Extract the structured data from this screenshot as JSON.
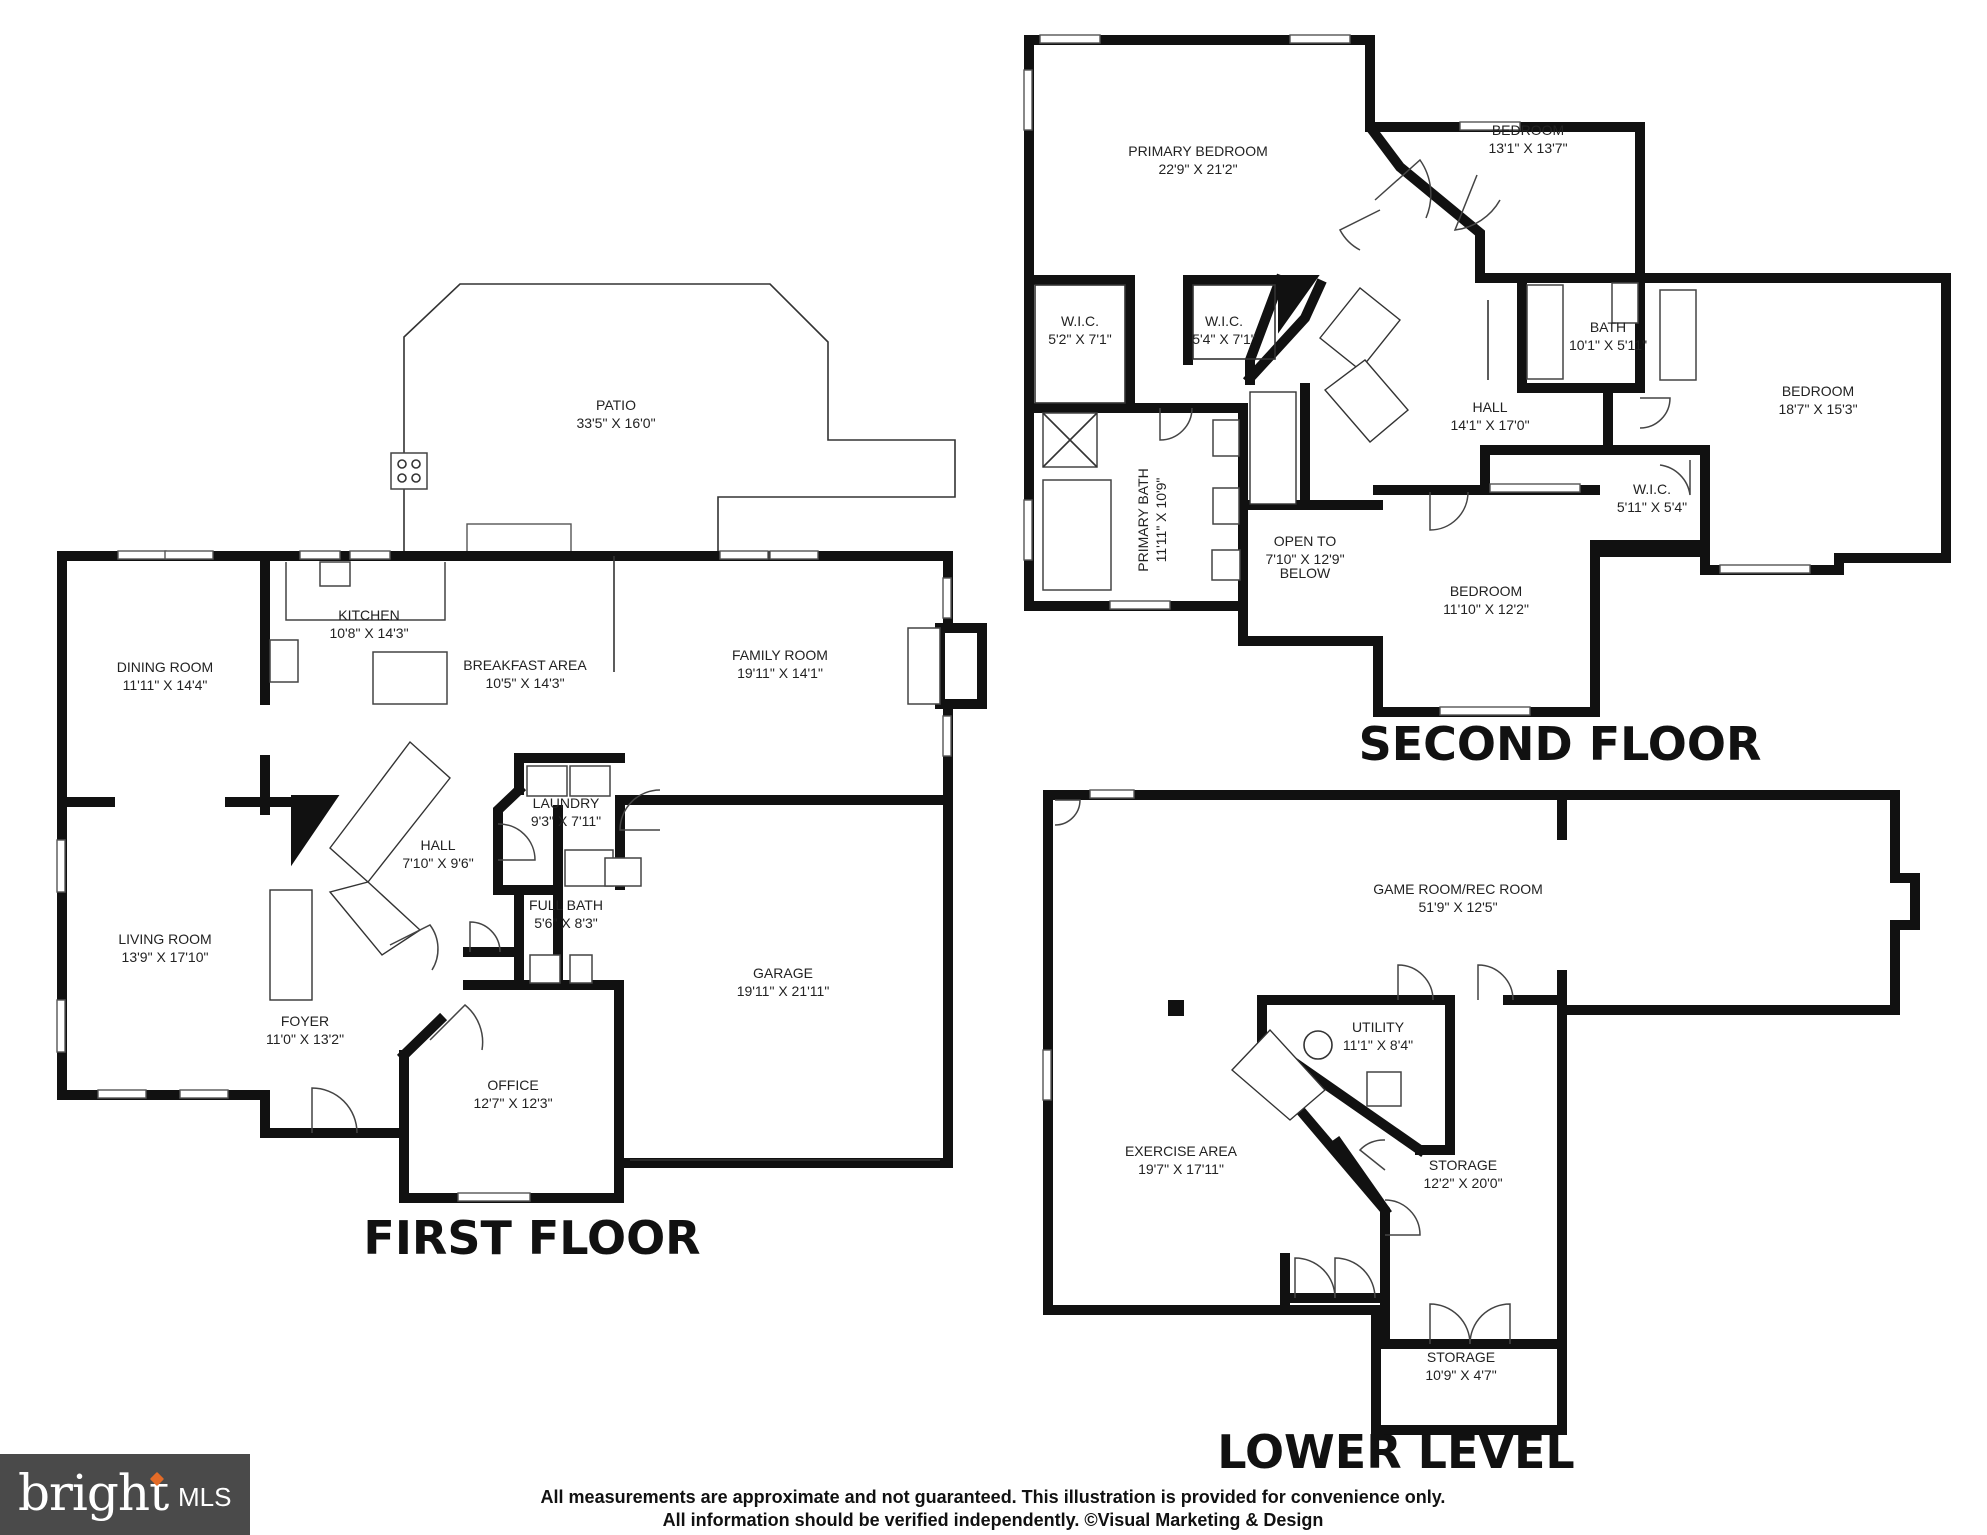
{
  "floors": {
    "first": "FIRST FLOOR",
    "second": "SECOND FLOOR",
    "lower": "LOWER LEVEL"
  },
  "rooms": {
    "patio": {
      "name": "PATIO",
      "dim": "33'5\" X 16'0\""
    },
    "kitchen": {
      "name": "KITCHEN",
      "dim": "10'8\" X 14'3\""
    },
    "breakfast": {
      "name": "BREAKFAST AREA",
      "dim": "10'5\" X 14'3\""
    },
    "family": {
      "name": "FAMILY ROOM",
      "dim": "19'11\" X 14'1\""
    },
    "dining": {
      "name": "DINING ROOM",
      "dim": "11'11\" X 14'4\""
    },
    "living": {
      "name": "LIVING ROOM",
      "dim": "13'9\" X 17'10\""
    },
    "hall1": {
      "name": "HALL",
      "dim": "7'10\" X 9'6\""
    },
    "laundry": {
      "name": "LAUNDRY",
      "dim": "9'3\" X 7'11\""
    },
    "fullbath": {
      "name": "FULL BATH",
      "dim": "5'6\" X 8'3\""
    },
    "foyer": {
      "name": "FOYER",
      "dim": "11'0\" X 13'2\""
    },
    "office": {
      "name": "OFFICE",
      "dim": "12'7\" X 12'3\""
    },
    "garage": {
      "name": "GARAGE",
      "dim": "19'11\" X 21'11\""
    },
    "primary": {
      "name": "PRIMARY BEDROOM",
      "dim": "22'9\" X 21'2\""
    },
    "bed2": {
      "name": "BEDROOM",
      "dim": "13'1\" X 13'7\""
    },
    "wic1": {
      "name": "W.I.C.",
      "dim": "5'2\" X 7'1\""
    },
    "wic2": {
      "name": "W.I.C.",
      "dim": "5'4\" X 7'1\""
    },
    "bath": {
      "name": "BATH",
      "dim": "10'1\" X 5'11\""
    },
    "bed3": {
      "name": "BEDROOM",
      "dim": "18'7\" X 15'3\""
    },
    "primarybath": {
      "name": "PRIMARY BATH",
      "dim": "11'11\" X 10'9\""
    },
    "hall2": {
      "name": "HALL",
      "dim": "14'1\" X 17'0\""
    },
    "opento": {
      "name": "OPEN TO",
      "dim": "7'10\" X 12'9\"",
      "extra": "BELOW"
    },
    "wic3": {
      "name": "W.I.C.",
      "dim": "5'11\" X 5'4\""
    },
    "bed4": {
      "name": "BEDROOM",
      "dim": "11'10\" X 12'2\""
    },
    "gameroom": {
      "name": "GAME ROOM/REC ROOM",
      "dim": "51'9\" X 12'5\""
    },
    "utility": {
      "name": "UTILITY",
      "dim": "11'1\" X 8'4\""
    },
    "exercise": {
      "name": "EXERCISE AREA",
      "dim": "19'7\" X 17'11\""
    },
    "storage1": {
      "name": "STORAGE",
      "dim": "12'2\" X 20'0\""
    },
    "storage2": {
      "name": "STORAGE",
      "dim": "10'9\" X 4'7\""
    }
  },
  "disclaimer": {
    "line1": "All measurements are approximate and not guaranteed. This illustration is provided for convenience only.",
    "line2": "All information should be verified independently. ©Visual Marketing & Design"
  },
  "logo": {
    "brand": "bright",
    "suffix": "MLS"
  }
}
